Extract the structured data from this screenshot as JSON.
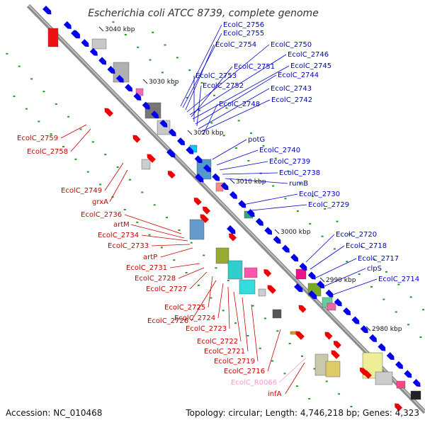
{
  "title": "Escherichia coli ATCC 8739, complete genome",
  "footer": {
    "accession": "Accession: NC_010468",
    "topology": "Topology: circular; Length: 4,746,218 bp; Genes: 4,323"
  },
  "colors": {
    "backbone": "#888888",
    "forward": "#0000ee",
    "reverse": "#ee0000",
    "rna": "#ff99cc",
    "tick": "#229922"
  },
  "ticks": [
    "3040 kbp",
    "3030 kbp",
    "3020 kbp",
    "3010 kbp",
    "3000 kbp",
    "2990 kbp",
    "2980 kbp"
  ],
  "forward_labels": [
    "EcolC_2756",
    "EcolC_2755",
    "EcolC_2754",
    "EcolC_2750",
    "EcolC_2746",
    "EcolC_2751",
    "EcolC_2745",
    "EcolC_2753",
    "EcolC_2744",
    "EcolC_2752",
    "EcolC_2743",
    "EcolC_2742",
    "EcolC_2748",
    "potG",
    "EcolC_2740",
    "EcolC_2739",
    "EcolC_2738",
    "rumB",
    "EcolC_2730",
    "EcolC_2729",
    "EcolC_2720",
    "EcolC_2718",
    "EcolC_2717",
    "clpS",
    "EcolC_2714"
  ],
  "reverse_labels": [
    "EcolC_2759",
    "EcolC_2758",
    "EcolC_2749",
    "grxA",
    "EcolC_2736",
    "artM",
    "EcolC_2734",
    "EcolC_2733",
    "artP",
    "EcolC_2731",
    "EcolC_2728",
    "EcolC_2727",
    "EcolC_2725",
    "EcolC_2726",
    "EcolC_2724",
    "EcolC_2723",
    "EcolC_2722",
    "EcolC_2721",
    "EcolC_2719",
    "EcolC_2716",
    "EcolC_R0066",
    "infA"
  ]
}
